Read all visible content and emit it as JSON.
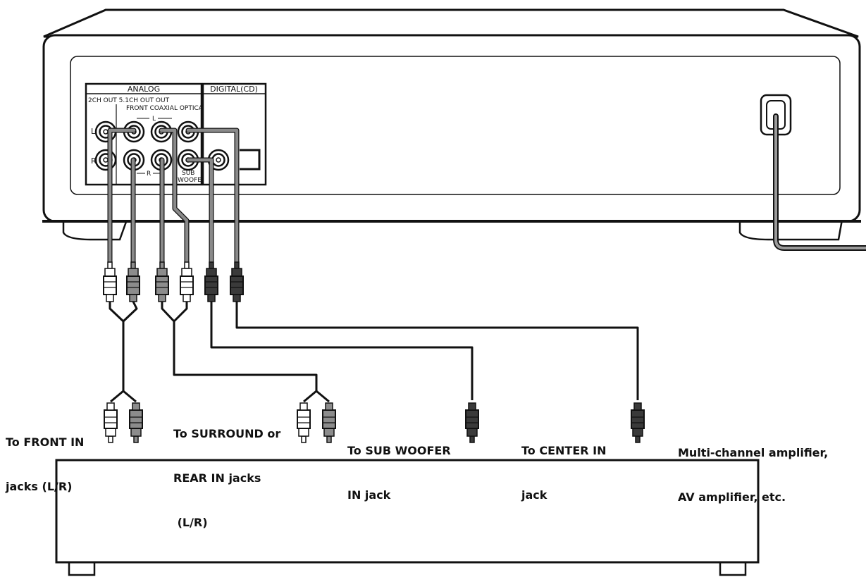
{
  "panel": {
    "analog_header": "ANALOG",
    "digital_header": "DIGITAL(CD)",
    "analog_sub1": "2CH OUT 5.1CH OUT OUT",
    "analog_sub2": "FRONT COAXIAL OPTICAL SURR CENTER",
    "row_left": "L",
    "row_right": "R",
    "l_bracket": "L",
    "r_bracket": "R",
    "sub_label_1": "SUB",
    "sub_label_2": "WOOFER"
  },
  "labels": {
    "front_in_1": "To FRONT IN",
    "front_in_2": "jacks (L/R)",
    "surround_1": "To SURROUND or",
    "surround_2": "REAR IN jacks",
    "surround_3": " (L/R)",
    "sub_woofer_1": "To SUB WOOFER",
    "sub_woofer_2": "IN jack",
    "center_1": "To CENTER IN",
    "center_2": "jack",
    "amp_1": "Multi-channel amplifier,",
    "amp_2": "AV amplifier, etc."
  },
  "colors": {
    "outline": "#111111",
    "cable_gray": "#8a8a8a",
    "plug_white": "#ffffff",
    "plug_gray": "#8c8c8c",
    "plug_dark": "#3a3a3a"
  }
}
